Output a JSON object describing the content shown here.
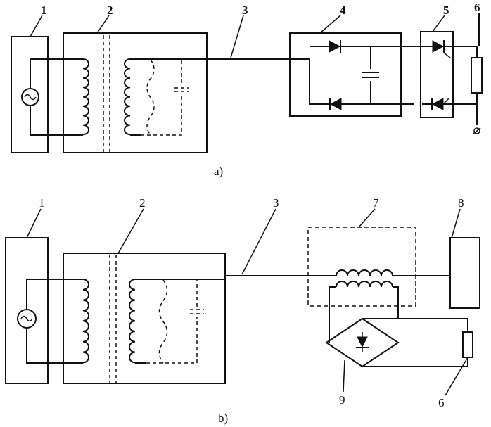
{
  "figure_a": {
    "caption": "a)",
    "labels": {
      "l1": "1",
      "l2": "2",
      "l3": "3",
      "l4": "4",
      "l5": "5",
      "l6": "6"
    }
  },
  "figure_b": {
    "caption": "b)",
    "labels": {
      "l1": "1",
      "l2": "2",
      "l3": "3",
      "l7": "7",
      "l8": "8",
      "l9": "9",
      "l6": "6"
    }
  },
  "icons": [
    "generator-icon",
    "transformer-coil-icon",
    "capacitor-icon",
    "diode-icon",
    "thyristor-icon",
    "resistor-icon",
    "ground-icon",
    "rectifier-bridge-icon",
    "reactor-coil-icon"
  ]
}
